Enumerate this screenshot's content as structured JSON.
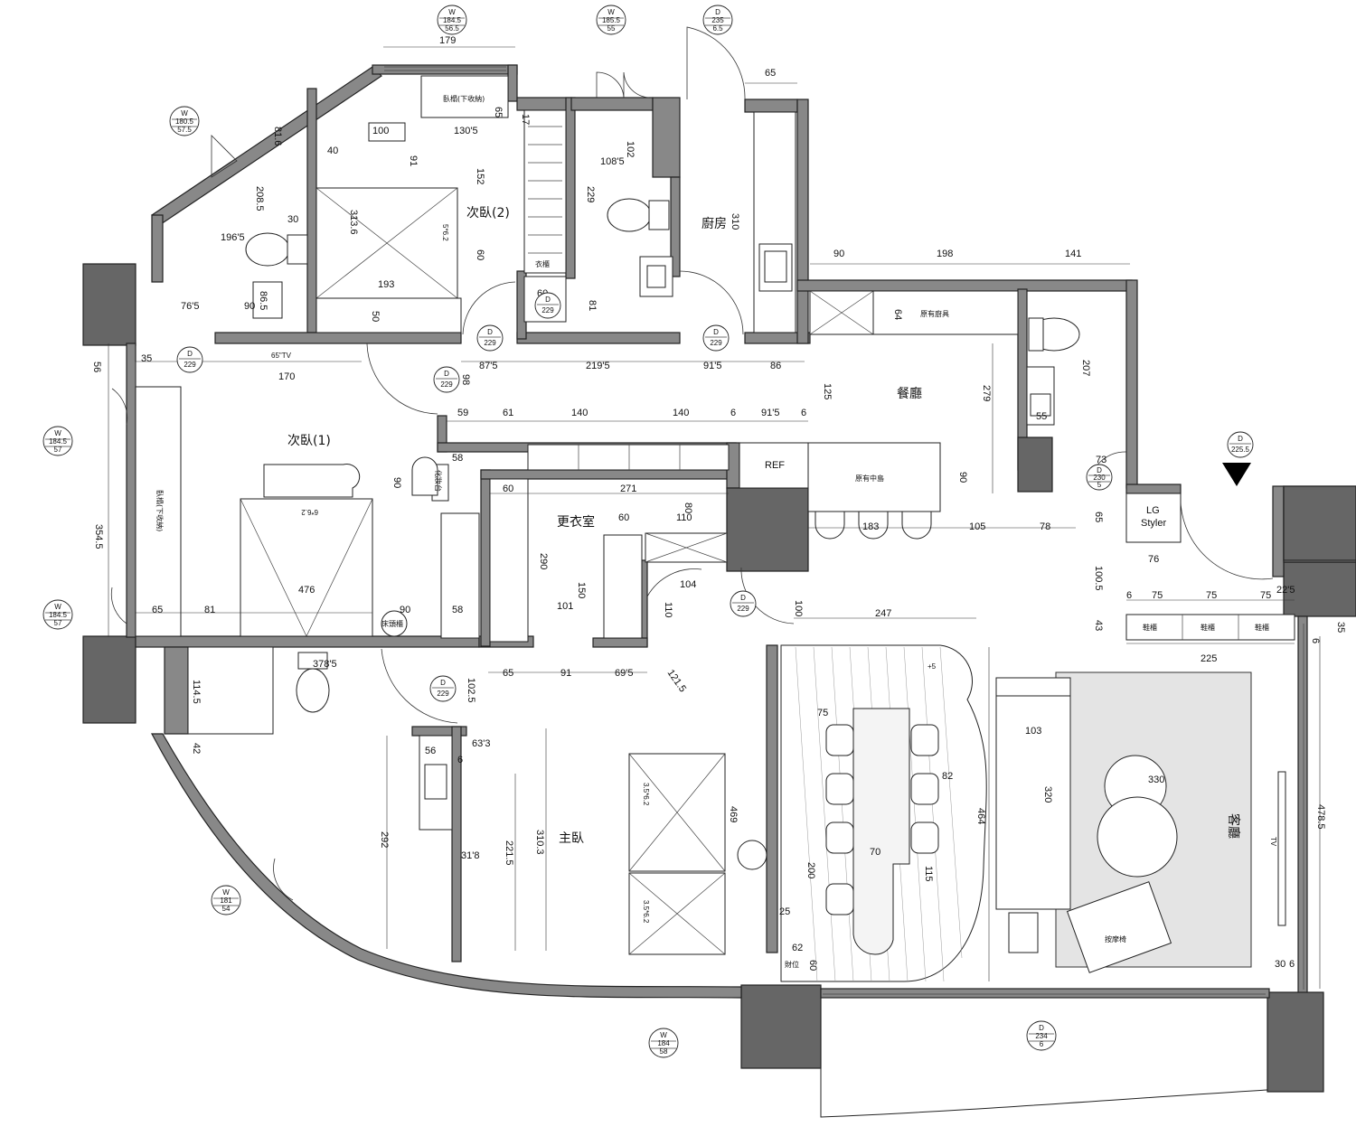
{
  "rooms": {
    "bedroom2": "次臥(2)",
    "bedroom1": "次臥(1)",
    "kitchen": "廚房",
    "dining": "餐廳",
    "closet": "更衣室",
    "master": "主臥",
    "living": "客廳"
  },
  "labels": {
    "existing_kitchen": "原有廚具",
    "existing_island": "原有中島",
    "ref": "REF",
    "lg_styler_1": "LG",
    "lg_styler_2": "Styler",
    "bed_storage_2": "臥榻(下收納)",
    "bed_storage_1": "臥榻(下收納)",
    "tv_2": "65\"TV",
    "nightstand": "床頭櫃",
    "vanity": "化妝台",
    "massage_chair": "按摩椅",
    "cabinet": "財位",
    "tv_living": "TV",
    "wardrobe_mark": "衣櫃",
    "plus5": "+5",
    "shoe_1": "鞋櫃",
    "shoe_2": "鞋櫃",
    "shoe_3": "鞋櫃"
  },
  "beds": {
    "bed2": "5*6.2",
    "bed1": "6*6.2",
    "master_a": "3.5*6.2",
    "master_b": "3.5*6.2"
  },
  "dims": {
    "d179": "179",
    "d65a": "65",
    "d100": "100",
    "d130_5": "130'5",
    "d40": "40",
    "d91a": "91",
    "d152": "152",
    "d313_6": "313.6",
    "d60a": "60",
    "d193": "193",
    "d50": "50",
    "d81_6": "81.6",
    "d208_5": "208.5",
    "d30a": "30",
    "d196_5": "196'5",
    "d90a": "90",
    "d86_5": "86.5",
    "d76_5": "76'5",
    "d17": "17",
    "d102": "102",
    "d108_5": "108'5",
    "d229": "229",
    "d60b": "60",
    "d81": "81",
    "d65b": "65",
    "d310": "310",
    "d90b": "90",
    "d198": "198",
    "d141": "141",
    "d64": "64",
    "d207": "207",
    "d279": "279",
    "d125": "125",
    "d55": "55",
    "d56a": "56",
    "d35a": "35",
    "d170": "170",
    "d87_5": "87'5",
    "d219_5": "219'5",
    "d91_5a": "91'5",
    "d86": "86",
    "d98": "98",
    "d59": "59",
    "d61": "61",
    "d140a": "140",
    "d140b": "140",
    "d6a": "6",
    "d91_5b": "91'5",
    "d6b": "6",
    "d58a": "58",
    "d90c": "90",
    "d60c": "60",
    "d271": "271",
    "d80": "80",
    "d60d": "60",
    "d110a": "110",
    "d290": "290",
    "d150": "150",
    "d101": "101",
    "d104": "104",
    "d110b": "110",
    "d58b": "58",
    "d354_5": "354.5",
    "d476": "476",
    "d65c": "65",
    "d81b": "81",
    "d90d": "90",
    "d183": "183",
    "d105": "105",
    "d78": "78",
    "d90e": "90",
    "d73": "73",
    "d65d": "65",
    "d76": "76",
    "d100_5": "100.5",
    "d6c": "6",
    "d75a": "75",
    "d75b": "75",
    "d75c": "75",
    "d22_5": "22'5",
    "d43": "43",
    "d225": "225",
    "d6d": "6",
    "d35b": "35",
    "d100b": "100",
    "d247": "247",
    "d378_5": "378'5",
    "d114_5": "114.5",
    "d42": "42",
    "d102_5": "102.5",
    "d65e": "65",
    "d91b": "91",
    "d69_5": "69'5",
    "d121_5": "121.5",
    "d56b": "56",
    "d63_3": "63'3",
    "d6e": "6",
    "d292": "292",
    "d31_8": "31'8",
    "d221_5": "221.5",
    "d310_3": "310.3",
    "d469": "469",
    "d75d": "75",
    "d82": "82",
    "d464": "464",
    "d70": "70",
    "d200": "200",
    "d115": "115",
    "d25": "25",
    "d62": "62",
    "d60e": "60",
    "d103": "103",
    "d320": "320",
    "d330": "330",
    "d478_5": "478.5",
    "d30b": "30",
    "d6f": "6"
  },
  "tags": [
    {
      "top": "W",
      "mid": "184.5",
      "bot": "56.5"
    },
    {
      "top": "W",
      "mid": "185.5",
      "bot": "55"
    },
    {
      "top": "D",
      "mid": "235",
      "bot": "6.5"
    },
    {
      "top": "W",
      "mid": "180.5",
      "bot": "57.5"
    },
    {
      "top": "D",
      "mid": "229",
      "bot": ""
    },
    {
      "top": "D",
      "mid": "229",
      "bot": ""
    },
    {
      "top": "D",
      "mid": "229",
      "bot": ""
    },
    {
      "top": "D",
      "mid": "229",
      "bot": ""
    },
    {
      "top": "D",
      "mid": "229",
      "bot": ""
    },
    {
      "top": "D",
      "mid": "225.5",
      "bot": ""
    },
    {
      "top": "W",
      "mid": "184.5",
      "bot": "57"
    },
    {
      "top": "D",
      "mid": "230",
      "bot": "5"
    },
    {
      "top": "W",
      "mid": "184.5",
      "bot": "57"
    },
    {
      "top": "D",
      "mid": "229",
      "bot": ""
    },
    {
      "top": "D",
      "mid": "229",
      "bot": ""
    },
    {
      "top": "W",
      "mid": "181",
      "bot": "54"
    },
    {
      "top": "W",
      "mid": "184",
      "bot": "58"
    },
    {
      "top": "D",
      "mid": "234",
      "bot": "6"
    }
  ]
}
